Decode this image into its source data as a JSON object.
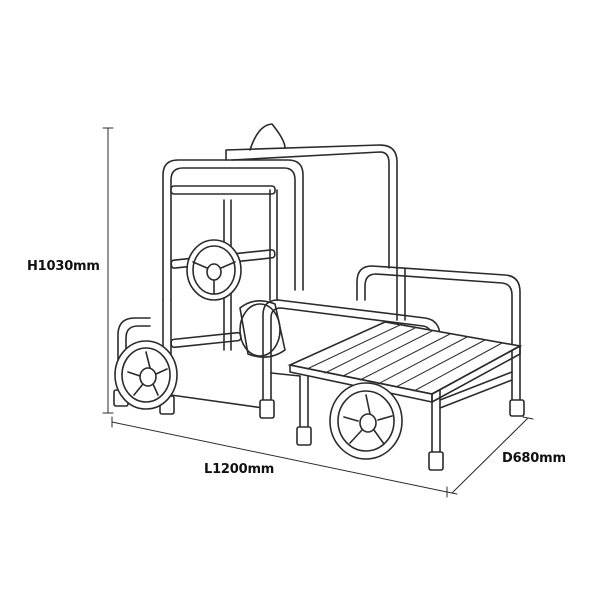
{
  "dimensions": {
    "height": "H1030mm",
    "length": "L1200mm",
    "depth": "D680mm"
  },
  "colors": {
    "line": "#2b2b2b",
    "text": "#111111",
    "background": "#ffffff"
  }
}
